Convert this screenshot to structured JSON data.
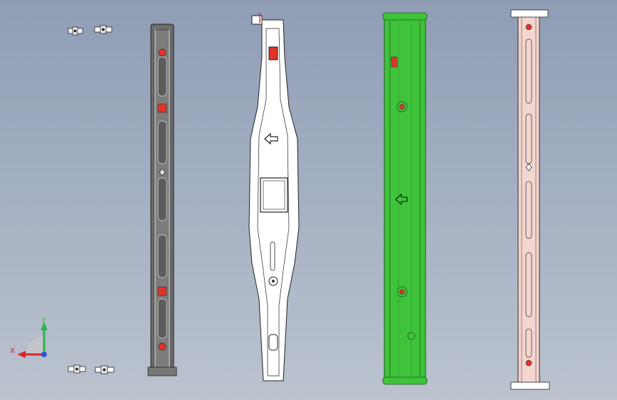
{
  "triad": {
    "x_label": "X",
    "y_label": "Y"
  },
  "colors": {
    "background_top": "#8f9db5",
    "background_bottom": "#bcc3cf",
    "part_gray": "#6e6e6e",
    "part_white": "#ffffff",
    "part_green": "#3fc33a",
    "part_pink": "#f2d6cf",
    "feature_red": "#e0342a",
    "axis_x": "#d8262b",
    "axis_y": "#2bb34a",
    "axis_z": "#2f55d6"
  },
  "parts": [
    {
      "id": "brackets",
      "icon": "bracket-clip-icon"
    },
    {
      "id": "gray-rail",
      "icon": "rail-gray-icon"
    },
    {
      "id": "white-frame",
      "icon": "frame-white-icon"
    },
    {
      "id": "green-rail",
      "icon": "rail-green-icon"
    },
    {
      "id": "pink-rail",
      "icon": "rail-pink-icon"
    }
  ]
}
